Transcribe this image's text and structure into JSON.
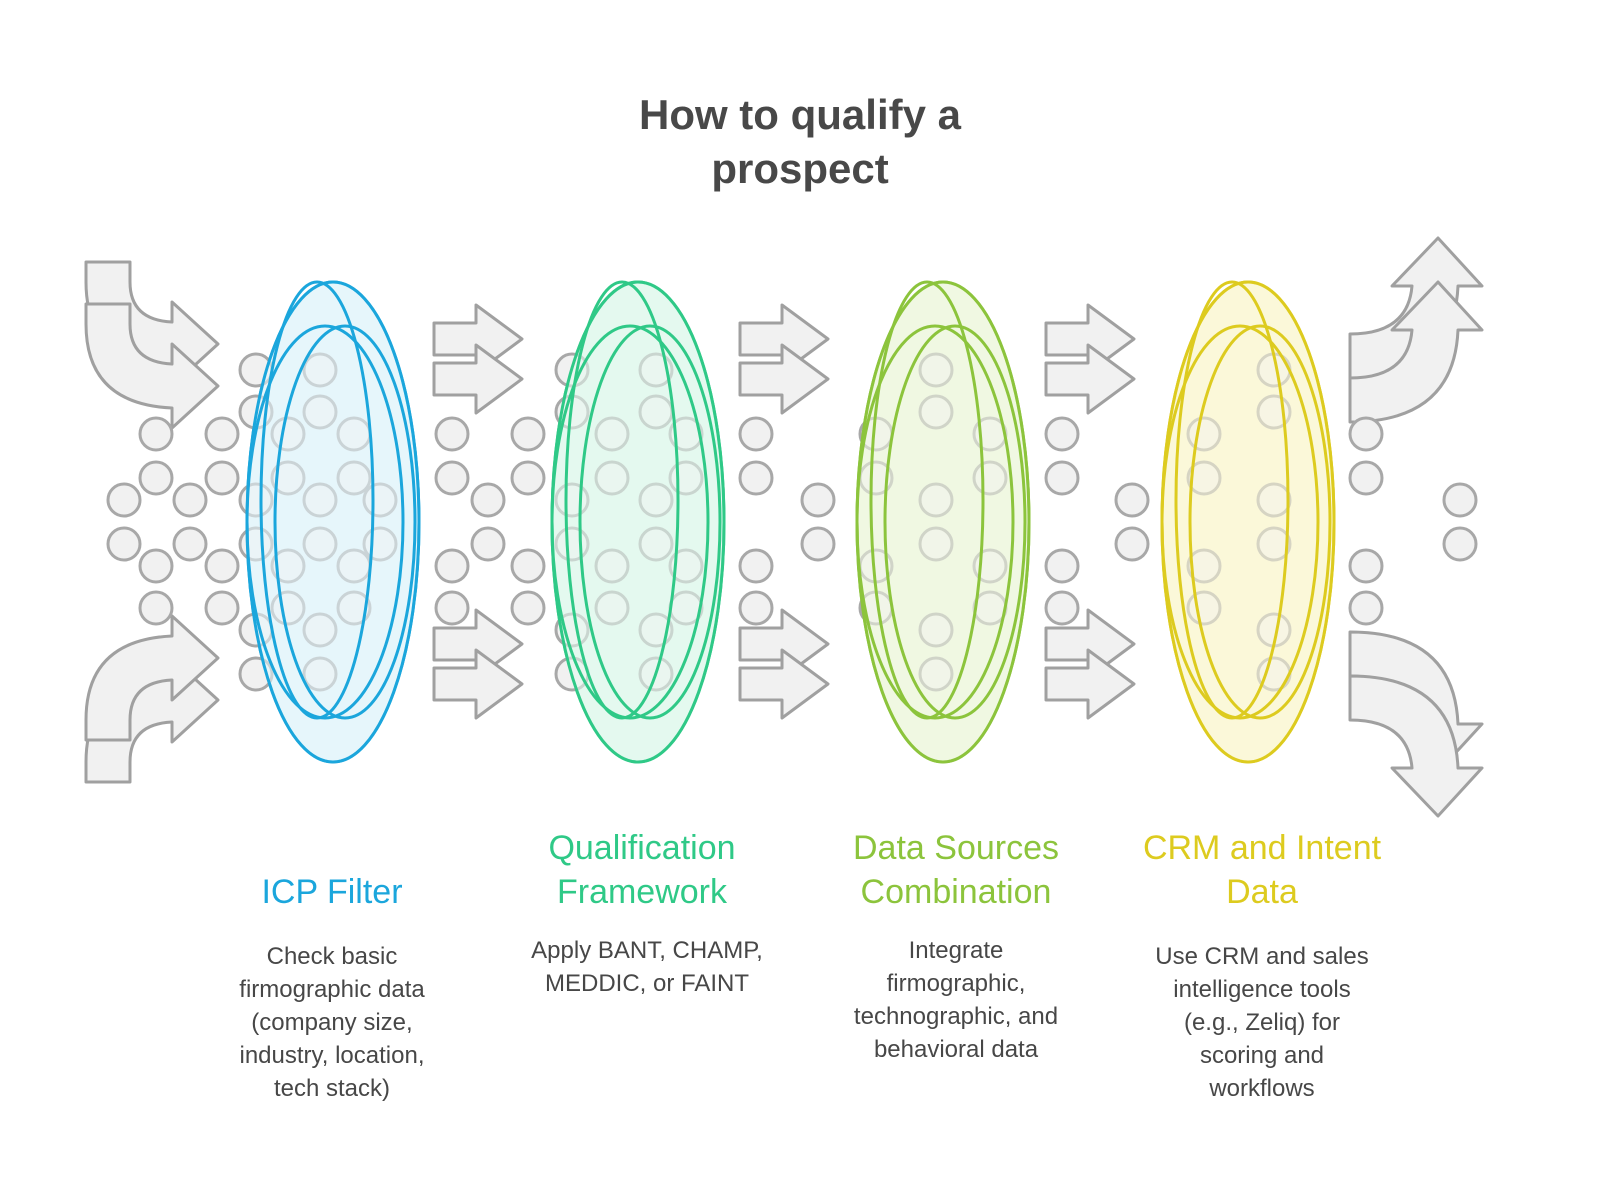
{
  "title": {
    "line1": "How to qualify a",
    "line2": "prospect"
  },
  "stages": [
    {
      "title": "ICP Filter",
      "description": "Check basic\nfirmographic data\n(company size,\nindustry, location,\ntech stack)",
      "color": "#1ba6dc",
      "fill": "#e6f5fb"
    },
    {
      "title": "Qualification\nFramework",
      "description": "Apply BANT, CHAMP,\nMEDDIC, or FAINT",
      "color": "#2fc987",
      "fill": "#e4f9ef"
    },
    {
      "title": "Data Sources\nCombination",
      "description": "Integrate\nfirmographic,\ntechnographic, and\nbehavioral data",
      "color": "#8cc43c",
      "fill": "#f0f8e2"
    },
    {
      "title": "CRM and Intent\nData",
      "description": "Use CRM and sales\nintelligence tools\n(e.g., Zeliq) for\nscoring and\nworkflows",
      "color": "#ddcb1f",
      "fill": "#fbf8d8"
    }
  ],
  "colors": {
    "arrow_stroke": "#a0a0a0",
    "arrow_fill": "#f1f1f1",
    "dot_stroke": "#a8a8a8",
    "dot_fill": "#f1f1f1",
    "title_text": "#484848",
    "desc_text": "#474747"
  },
  "icons": {
    "flow_arrow": "arrow-right-icon",
    "curved_arrow": "curved-arrow-icon",
    "filter_ring": "filter-ring-icon",
    "prospect_dot": "prospect-dot-icon"
  }
}
